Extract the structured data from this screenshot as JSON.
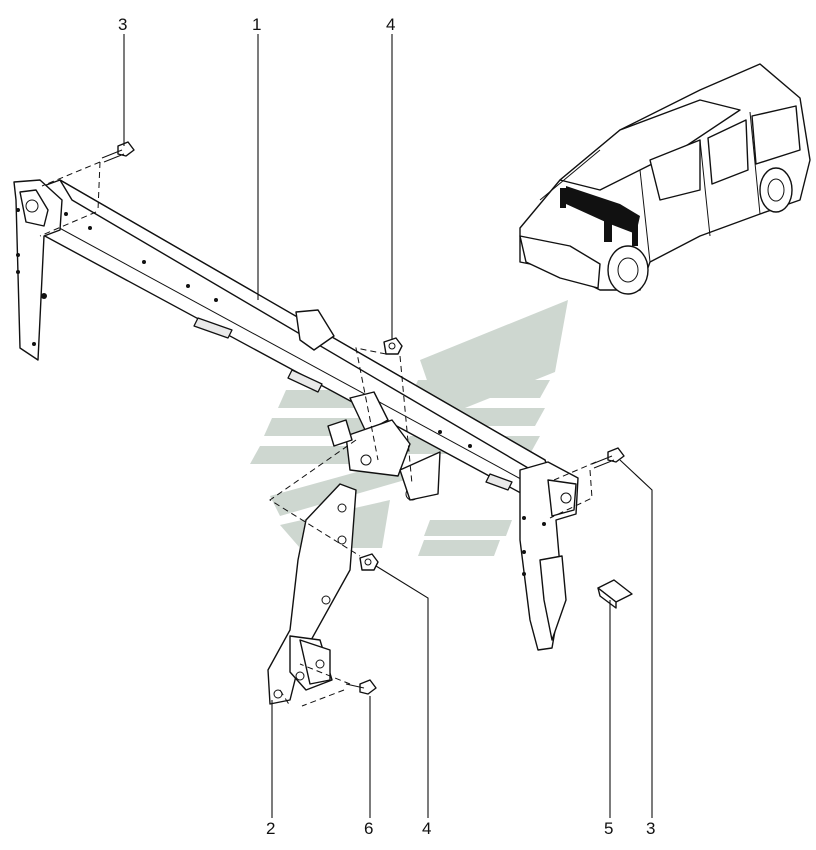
{
  "diagram": {
    "callouts": [
      {
        "id": "c1",
        "label": "1"
      },
      {
        "id": "c2",
        "label": "2"
      },
      {
        "id": "c3a",
        "label": "3"
      },
      {
        "id": "c3b",
        "label": "3"
      },
      {
        "id": "c4a",
        "label": "4"
      },
      {
        "id": "c4b",
        "label": "4"
      },
      {
        "id": "c5",
        "label": "5"
      },
      {
        "id": "c6",
        "label": "6"
      }
    ],
    "watermark_color": "#c9d3cc",
    "line_color": "#111111"
  }
}
